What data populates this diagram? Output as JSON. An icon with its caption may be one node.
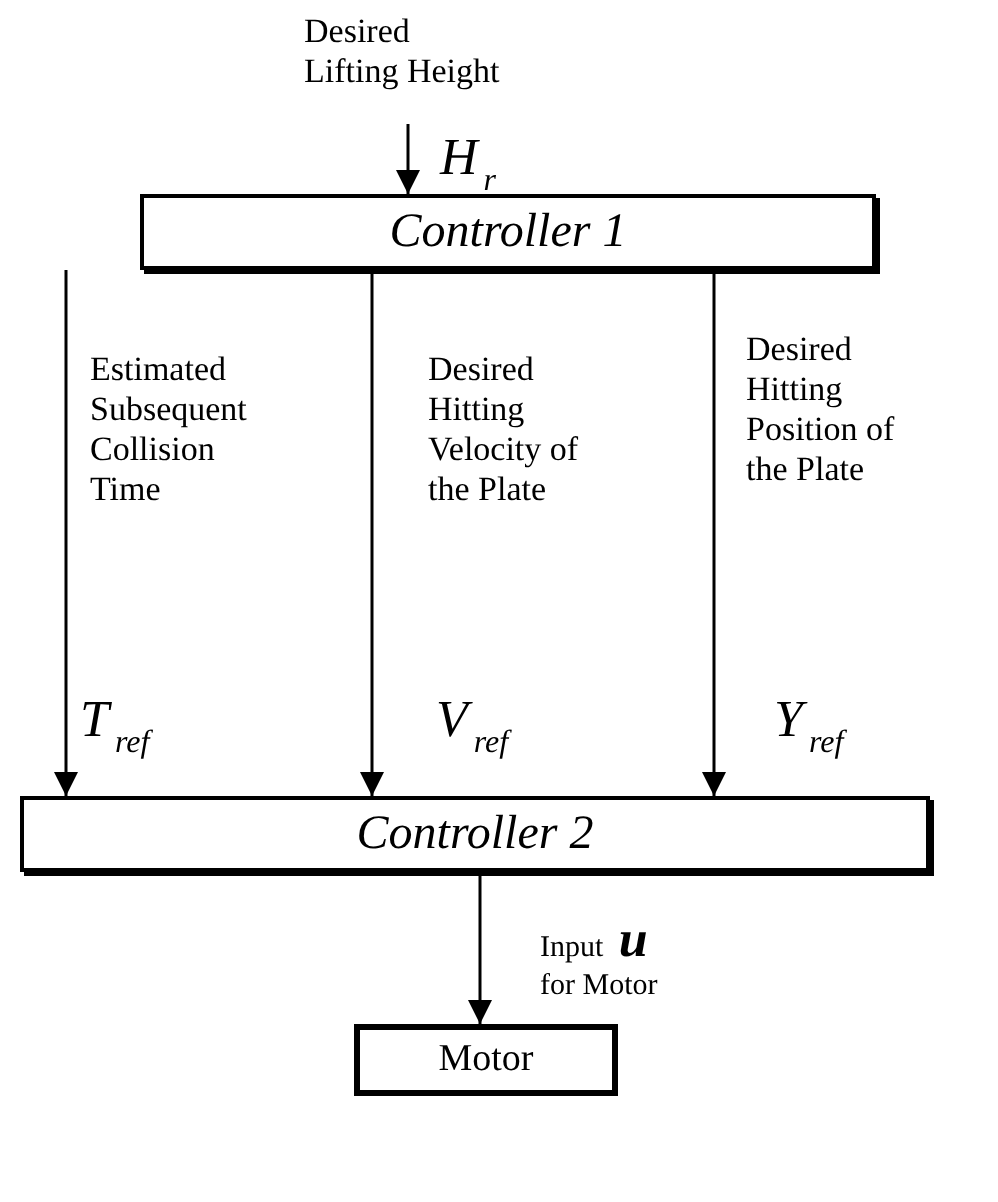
{
  "diagram": {
    "nodes": [
      {
        "text": [
          "Controller 1"
        ]
      },
      {
        "text": [
          "Controller 2"
        ]
      },
      {
        "text": [
          "Motor"
        ]
      }
    ],
    "edges": [
      {
        "from": null,
        "to": 0,
        "arrow": "to",
        "label": "H$_{r}$"
      },
      {
        "from": 0,
        "to": 1,
        "arrow": "to",
        "label": "T$_{ref}$"
      },
      {
        "from": 0,
        "to": 1,
        "arrow": "to",
        "label": "V$_{ref}$"
      },
      {
        "from": 0,
        "to": 1,
        "arrow": "to",
        "label": "Y$_{ref}$"
      },
      {
        "from": 1,
        "to": 2,
        "arrow": "to",
        "label": "Input **u** for Motor"
      }
    ],
    "labels": [
      "Desired Lifting Height",
      "Estimated Subsequent Collision Time",
      "Desired Hitting Velocity of the Plate",
      "Desired Hitting Position of the Plate"
    ]
  }
}
